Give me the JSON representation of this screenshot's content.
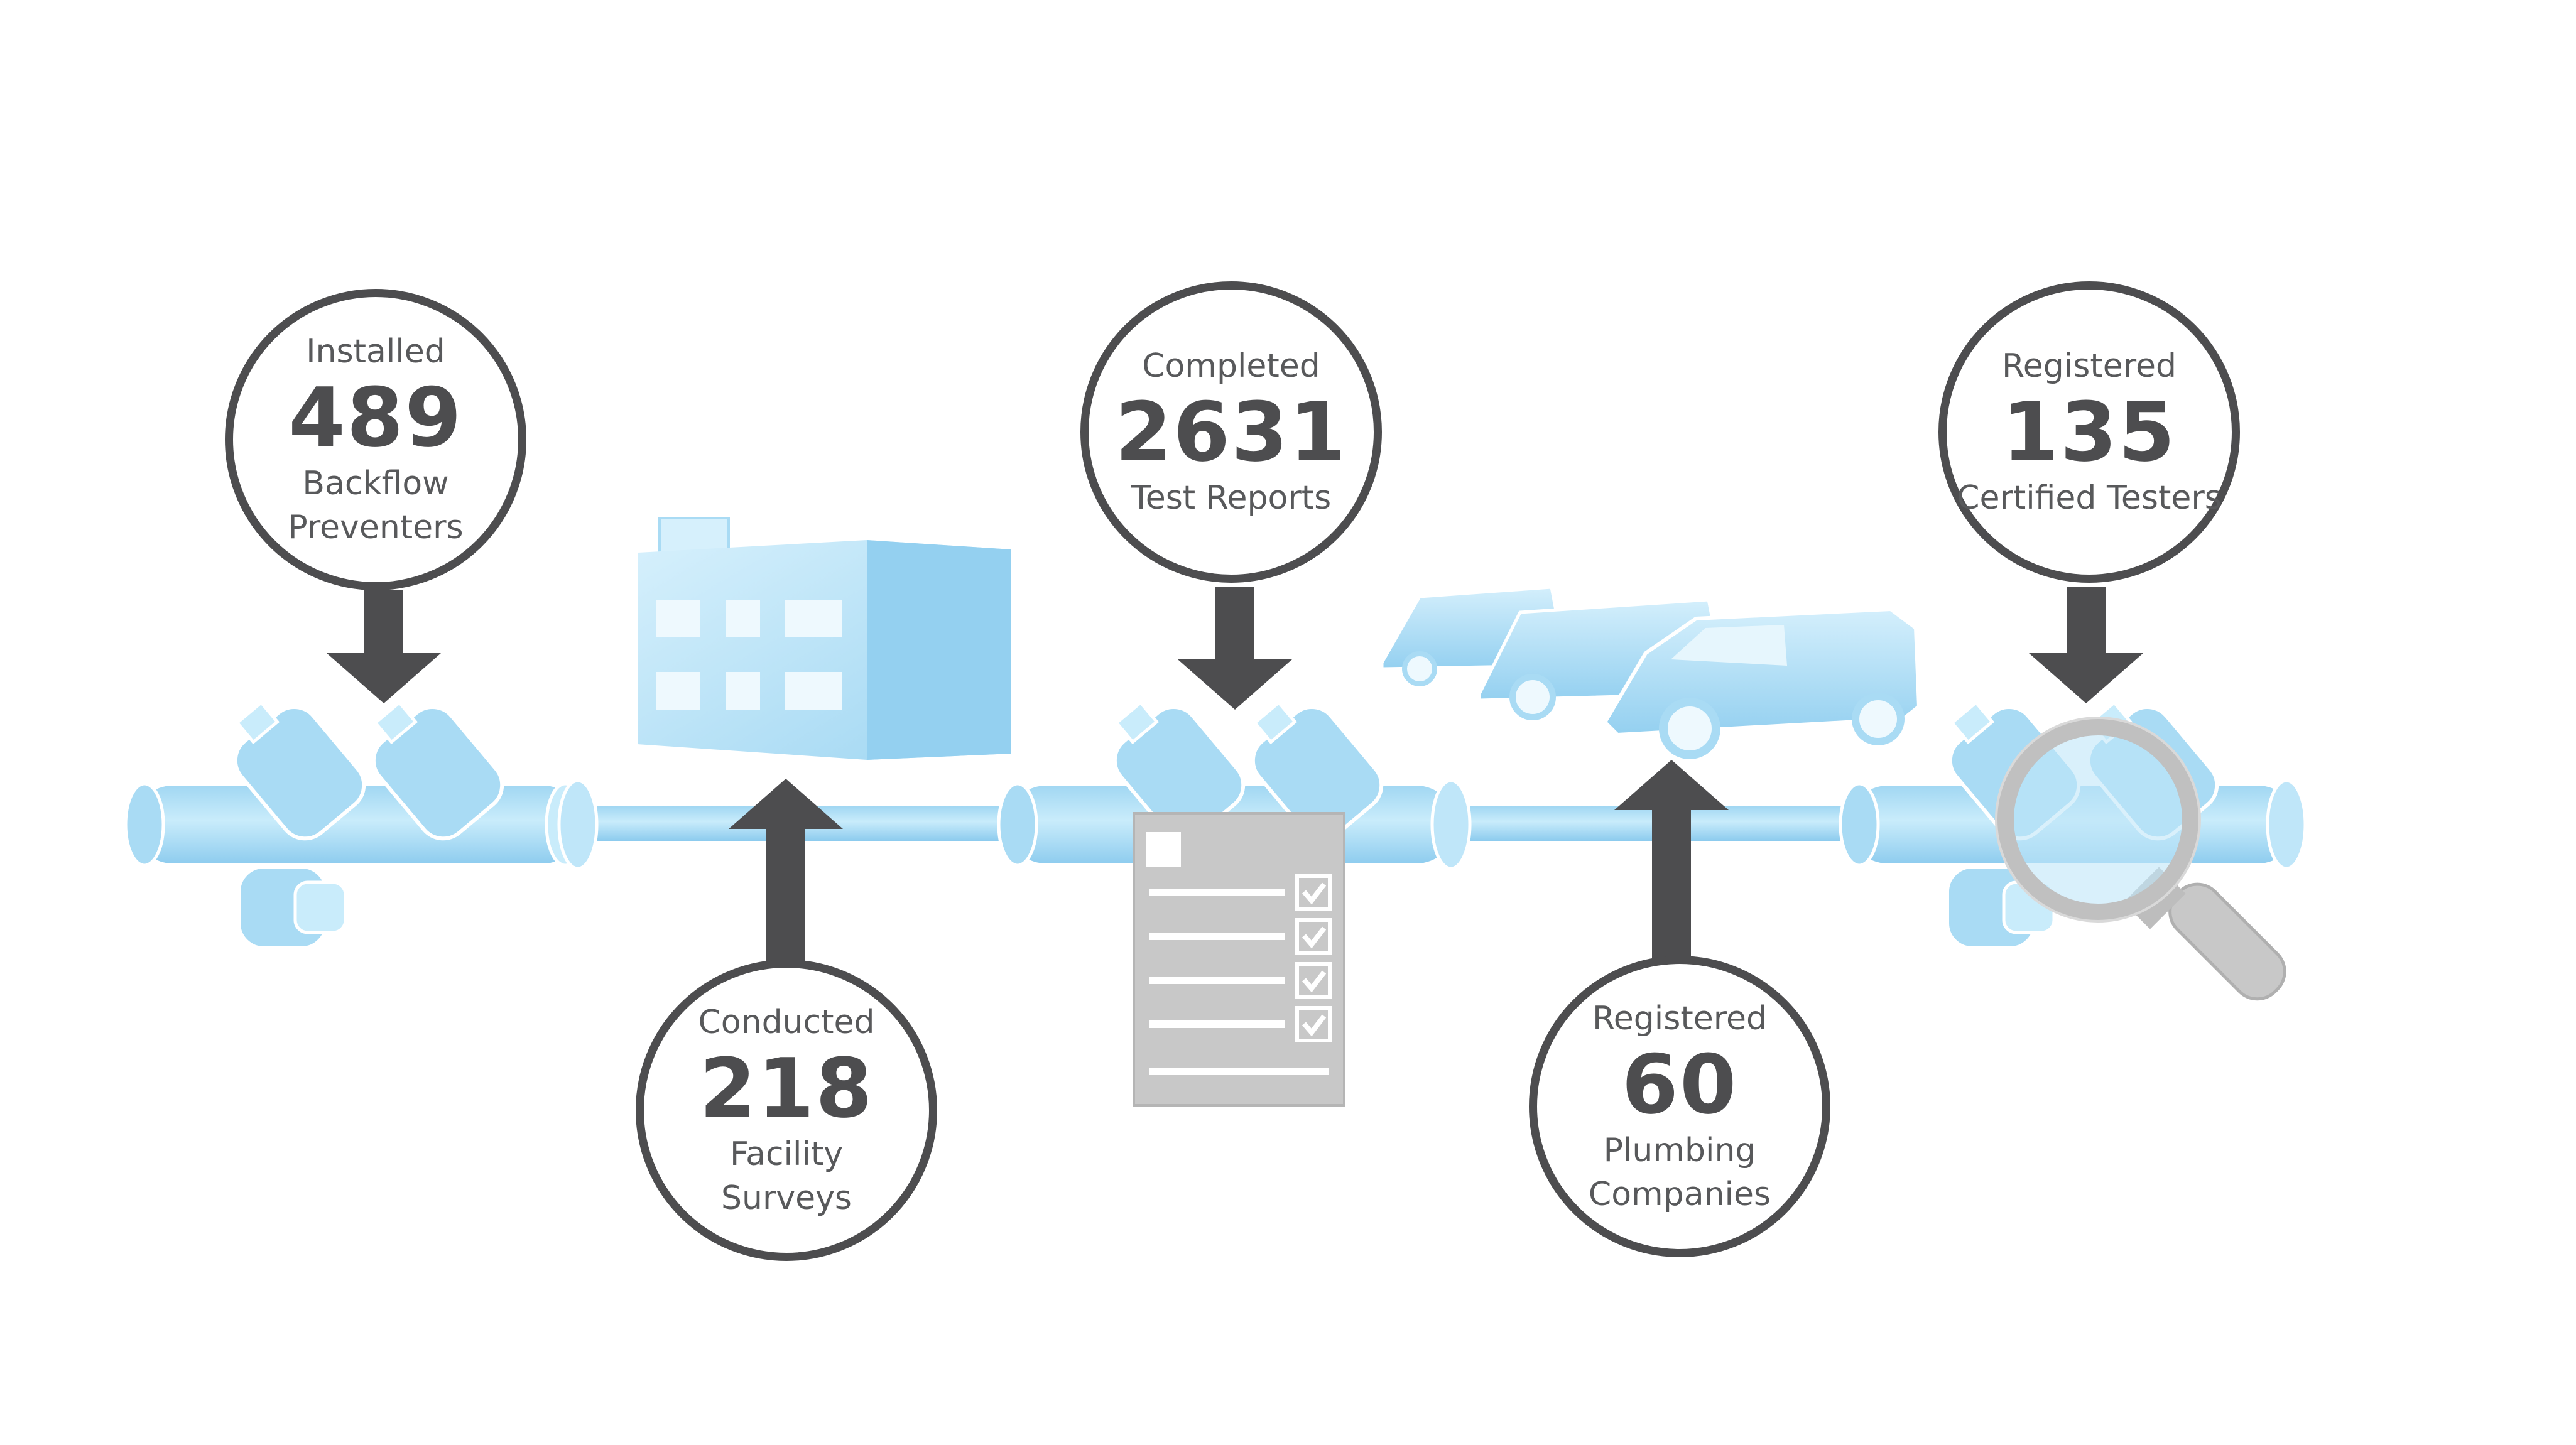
{
  "stats": [
    {
      "prefix": "Installed",
      "value": "489",
      "line1": "Backflow",
      "line2": "Preventers"
    },
    {
      "prefix": "Conducted",
      "value": "218",
      "line1": "Facility",
      "line2": "Surveys"
    },
    {
      "prefix": "Completed",
      "value": "2631",
      "line1": "Test Reports",
      "line2": ""
    },
    {
      "prefix": "Registered",
      "value": "60",
      "line1": "Plumbing",
      "line2": "Companies"
    },
    {
      "prefix": "Registered",
      "value": "135",
      "line1": "Certified Testers",
      "line2": ""
    }
  ],
  "colors": {
    "pipe": "#bfe6f9",
    "pipe_dark": "#8fcbed",
    "ink": "#4d4d4f",
    "text": "#58595b",
    "paper": "#c8c8c8"
  },
  "icons": [
    "pipe-icon",
    "valve-icon",
    "building-icon",
    "checklist-icon",
    "van-icon",
    "magnifier-icon"
  ]
}
